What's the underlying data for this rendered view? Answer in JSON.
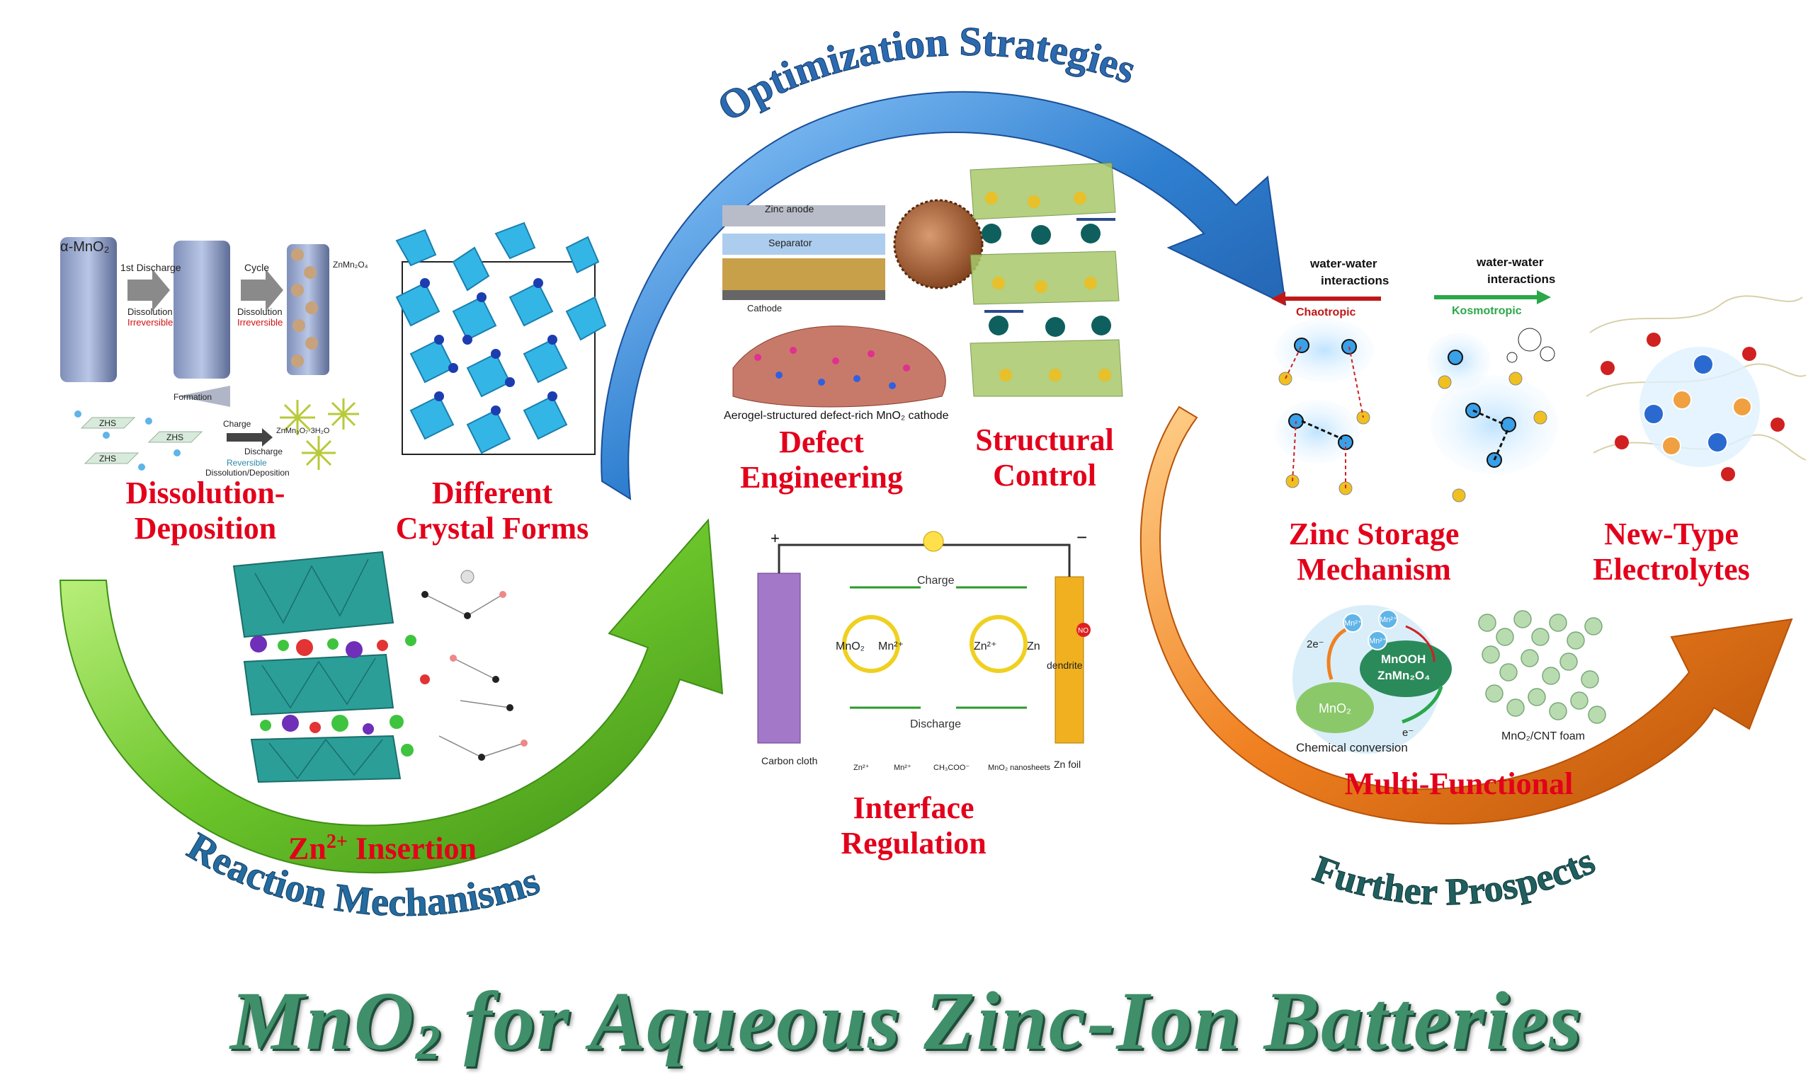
{
  "title": {
    "main": "MnO",
    "sub": "2",
    "rest": " for Aqueous Zinc-Ion Batteries",
    "color": "#3f8f6a"
  },
  "arcs": {
    "optimization": {
      "label": "Optimization Strategies",
      "color": "#2f7fd0"
    },
    "reaction": {
      "label": "Reaction Mechanisms",
      "color": "#6cc52b"
    },
    "prospects": {
      "label": "Further Prospects",
      "color": "#f08020"
    }
  },
  "labels": {
    "dissolution": "Dissolution-\nDeposition",
    "crystal": "Different\nCrystal Forms",
    "insertion_pre": "Zn",
    "insertion_sup": "2+",
    "insertion_post": " Insertion",
    "defect": "Defect\nEngineering",
    "structural": "Structural\nControl",
    "interface": "Interface\nRegulation",
    "zinc_storage": "Zinc Storage\nMechanism",
    "electrolytes": "New-Type\nElectrolytes",
    "multifunctional": "Multi-Functional"
  },
  "panels": {
    "dissolution": {
      "mno2": "α-MnO₂",
      "first_discharge": "1st Discharge",
      "dissolution": "Dissolution",
      "irreversible": "Irreversible",
      "cycle": "Cycle",
      "dissolution2": "Dissolution",
      "irreversible2": "Irreversible",
      "znmn2o4": "ZnMn₂O₄",
      "formation": "Formation",
      "zhs": "ZHS",
      "charge": "Charge",
      "discharge": "Discharge",
      "reversible": "Reversible",
      "dissdep": "Dissolution/Deposition",
      "hydrate": "ZnMn₃O₇·3H₂O"
    },
    "defect": {
      "zinc_anode": "Zinc anode",
      "separator": "Separator",
      "cathode": "Cathode",
      "caption": "Aerogel-structured defect-rich MnO₂ cathode"
    },
    "interface": {
      "plus": "+",
      "minus": "−",
      "charge": "Charge",
      "discharge": "Discharge",
      "mno2": "MnO₂",
      "mn2": "Mn²⁺",
      "zn2": "Zn²⁺",
      "zn": "Zn",
      "dendrite": "dendrite",
      "no": "NO",
      "carbon_cloth": "Carbon\ncloth",
      "zn_foil": "Zn foil",
      "legend": [
        "Zn²⁺",
        "Mn²⁺",
        "CH₃COO⁻",
        "MnO₂ nanosheets"
      ]
    },
    "zinc_storage": {
      "ww1": "water-water",
      "int1": "interactions",
      "chaotropic": "Chaotropic",
      "ww2": "water-water",
      "int2": "interactions",
      "kosmotropic": "Kosmotropic"
    },
    "multifunctional": {
      "mnooh": "MnOOH",
      "znmn2o4": "ZnMn₂O₄",
      "mno2": "MnO₂",
      "e2": "2e⁻",
      "e": "e⁻",
      "mn2": "Mn²⁺",
      "chem": "Chemical conversion",
      "foam": "MnO₂/CNT foam"
    }
  }
}
